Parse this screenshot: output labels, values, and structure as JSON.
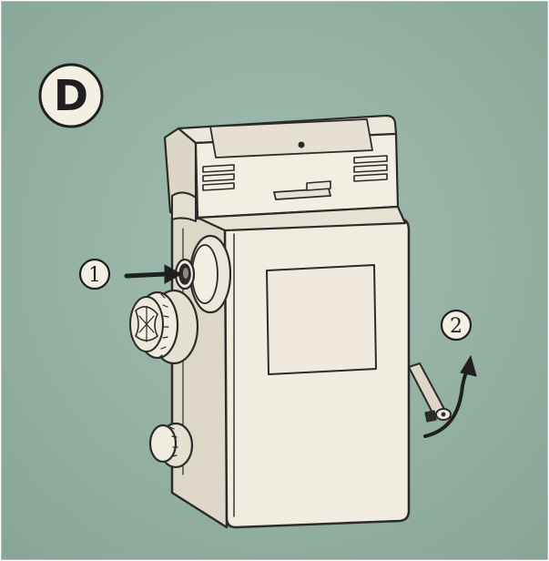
{
  "figure": {
    "panel_label": "D",
    "callouts": [
      {
        "number": "1"
      },
      {
        "number": "2"
      }
    ]
  },
  "colors": {
    "background": "#8fada0",
    "camera_body": "#f1ece0",
    "camera_shade": "#d9d3c4",
    "ink": "#2b2b2b",
    "callout_fill": "#f4efe3"
  }
}
